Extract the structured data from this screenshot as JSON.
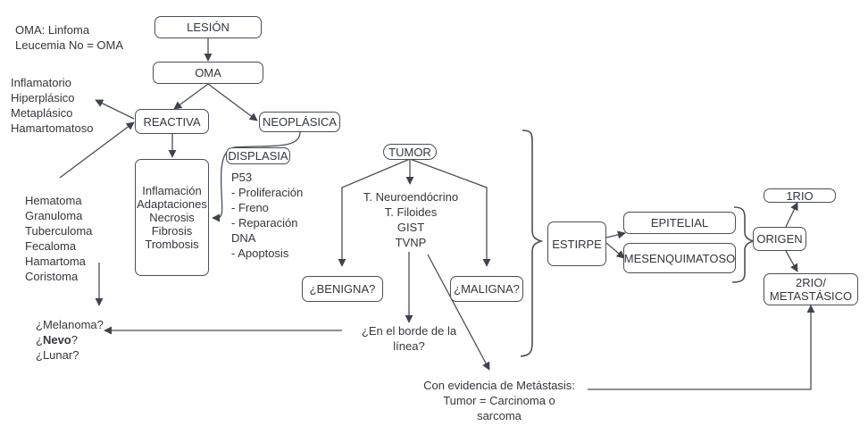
{
  "notes": {
    "oma_note": [
      "OMA: Linfoma",
      "Leucemia No = OMA"
    ]
  },
  "nodes": {
    "lesion": "LESIÓN",
    "oma": "OMA",
    "reactiva": "REACTIVA",
    "neoplasica": "NEOPLÁSICA",
    "displasia": "DISPLASIA",
    "tumor": "TUMOR",
    "benigna": "¿BENIGNA?",
    "maligna": "¿MALIGNA?",
    "estirpe": "ESTIRPE",
    "epitelial": "EPITELIAL",
    "mesenquimatoso": "MESENQUIMATOSO",
    "origen": "ORIGEN",
    "primario": "1RIO",
    "secundario": [
      "2RIO/",
      "METASTÁSICO"
    ]
  },
  "lists": {
    "reactive_types": [
      "Inflamatorio",
      "Hiperplásico",
      "Metaplásico",
      "Hamartomatoso"
    ],
    "reactive_processes": [
      "Inflamación",
      "Adaptaciones",
      "Necrosis",
      "Fibrosis",
      "Trombosis"
    ],
    "masses": [
      "Hematoma",
      "Granuloma",
      "Tuberculoma",
      "Fecaloma",
      "Hamartoma",
      "Coristoma"
    ],
    "displasia_genes": [
      "P53",
      "- Proliferación",
      "- Freno",
      "- Reparación",
      "DNA",
      "- Apoptosis"
    ],
    "tumor_examples": [
      "T. Neuroendócrino",
      "T. Filoides",
      "GIST",
      "TVNP"
    ],
    "skin_questions": {
      "q1": "¿Melanoma?",
      "q2_prefix": "¿",
      "q2_bold": "Nevo",
      "q2_suffix": "?",
      "q3": "¿Lunar?"
    }
  },
  "labels": {
    "borderline": [
      "¿En el borde de la",
      "línea?"
    ],
    "metastasis": [
      "Con evidencia de Metástasis:",
      "Tumor = Carcinoma o",
      "sarcoma"
    ]
  }
}
